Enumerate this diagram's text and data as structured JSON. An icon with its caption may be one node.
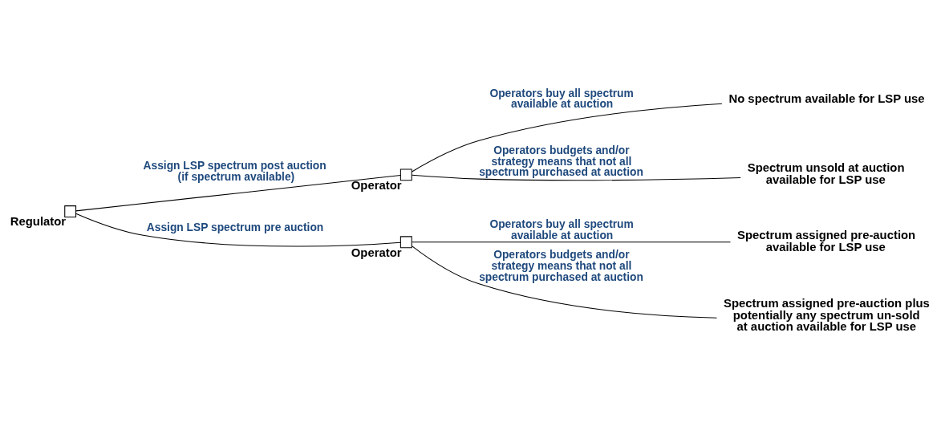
{
  "diagram": {
    "nodes": [
      {
        "text": [],
        "shape": "box",
        "beside": [
          "Regulator"
        ]
      },
      {
        "text": [],
        "shape": "box",
        "beside": [
          "Operator"
        ]
      },
      {
        "text": [],
        "shape": "box",
        "beside": [
          "Operator"
        ]
      },
      {
        "text": [
          "No spectrum available for LSP use"
        ]
      },
      {
        "text": [
          "Spectrum unsold at auction available for LSP use"
        ]
      },
      {
        "text": [
          "Spectrum assigned pre-auction available for LSP use"
        ]
      },
      {
        "text": [
          "Spectrum assigned pre-auction plus potentially any spectrum un-sold at auction available for LSP use"
        ]
      }
    ],
    "edges": [
      {
        "from": 0,
        "to": 1,
        "arrow": "none",
        "label": "Assign LSP spectrum post auction (if spectrum available)"
      },
      {
        "from": 0,
        "to": 2,
        "arrow": "none",
        "label": "Assign LSP spectrum pre auction"
      },
      {
        "from": 1,
        "to": 3,
        "arrow": "none",
        "label": "Operators buy all spectrum available at auction"
      },
      {
        "from": 1,
        "to": 4,
        "arrow": "none",
        "label": "Operators budgets and/or strategy means that not all spectrum purchased at auction"
      },
      {
        "from": 2,
        "to": 5,
        "arrow": "none",
        "label": "Operators buy all spectrum available at auction"
      },
      {
        "from": 2,
        "to": 6,
        "arrow": "none",
        "label": "Operators budgets and/or strategy means that not all spectrum purchased at auction"
      }
    ]
  }
}
